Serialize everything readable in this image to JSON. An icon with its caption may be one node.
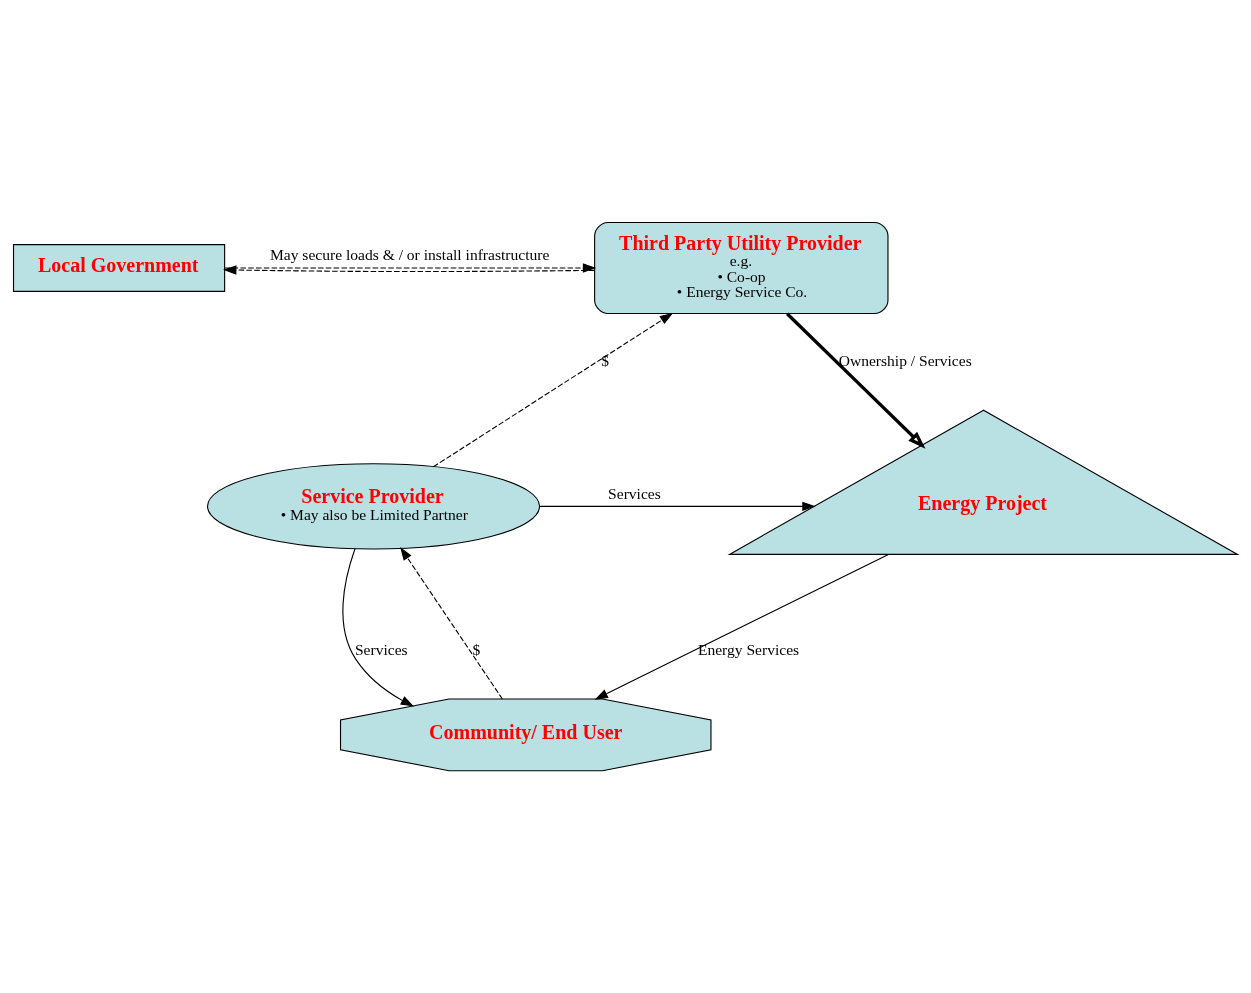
{
  "diagram": {
    "nodes": [
      {
        "text": [
          "Local Government"
        ]
      },
      {
        "text": [
          "Third Party Utility Provider",
          "e.g.",
          "• Co-op",
          "• Energy Service Co."
        ]
      },
      {
        "text": [
          "Service Provider",
          "• May also be Limited Partner"
        ]
      },
      {
        "text": [
          "Energy Project"
        ]
      },
      {
        "text": [
          "Community/ End User"
        ]
      }
    ],
    "edges": [
      {
        "from": 0,
        "to": 1,
        "arrow": "to",
        "style": "dashed",
        "label": "May secure loads & / or install infrastructure"
      },
      {
        "from": 1,
        "to": 0,
        "arrow": "to",
        "style": "dashed"
      },
      {
        "from": 2,
        "to": 1,
        "arrow": "to",
        "style": "dashed",
        "label": "$"
      },
      {
        "from": 1,
        "to": 3,
        "arrow": "to",
        "style": "thick",
        "label": "Ownership / Services"
      },
      {
        "from": 2,
        "to": 3,
        "arrow": "to",
        "label": "Services"
      },
      {
        "from": 3,
        "to": 4,
        "arrow": "to",
        "label": "Energy Services"
      },
      {
        "from": 2,
        "to": 4,
        "arrow": "to",
        "label": "Services"
      },
      {
        "from": 4,
        "to": 2,
        "arrow": "to",
        "style": "dashed",
        "label": "$"
      }
    ]
  }
}
